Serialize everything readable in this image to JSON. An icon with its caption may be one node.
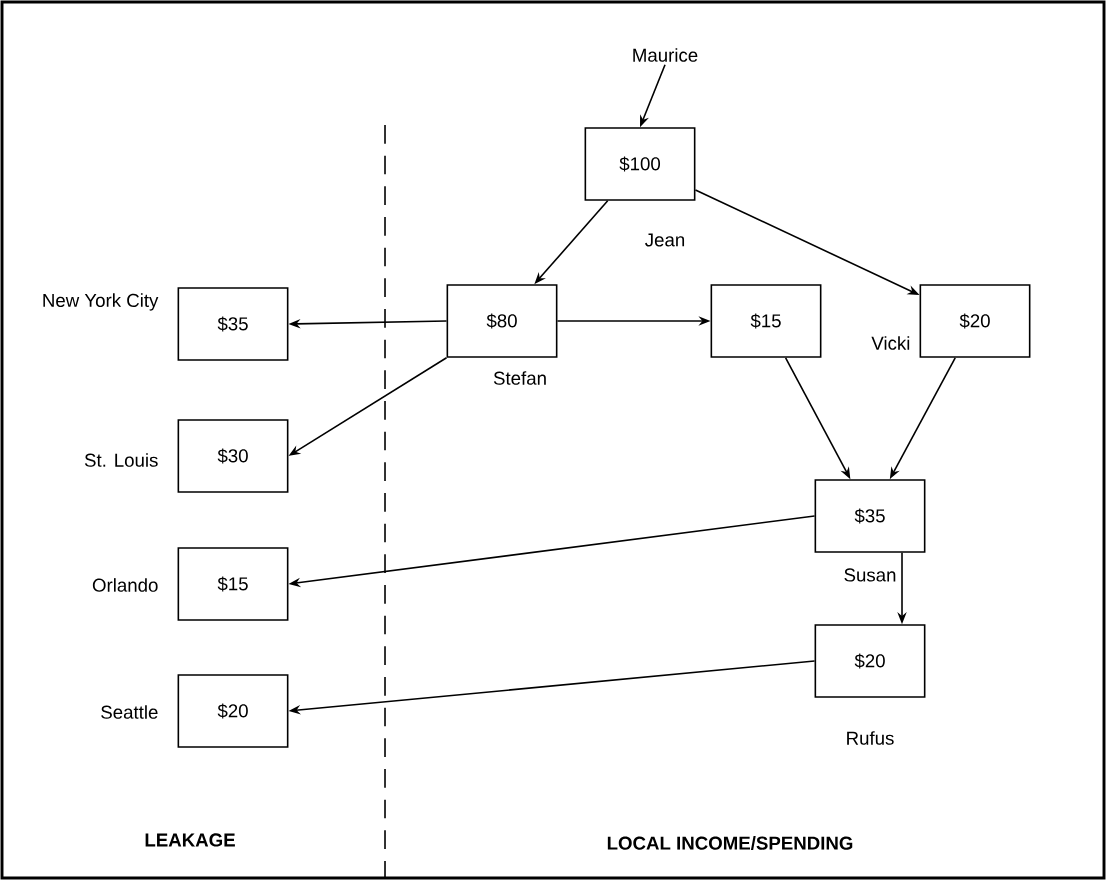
{
  "diagram": {
    "nodes": [
      {
        "text": [
          "Maurice"
        ]
      },
      {
        "text": [
          "$100"
        ],
        "beside": [
          "Jean"
        ]
      },
      {
        "text": [
          "$80"
        ],
        "beside": [
          "Stefan"
        ]
      },
      {
        "text": [
          "$15"
        ]
      },
      {
        "text": [
          "$20"
        ],
        "beside": [
          "Vicki"
        ]
      },
      {
        "text": [
          "$35"
        ],
        "beside": [
          "Susan"
        ]
      },
      {
        "text": [
          "$20"
        ],
        "beside": [
          "Rufus"
        ]
      },
      {
        "text": [
          "$35"
        ],
        "beside": [
          "New York City"
        ]
      },
      {
        "text": [
          "$30"
        ],
        "beside": [
          "St. Louis"
        ]
      },
      {
        "text": [
          "$15"
        ],
        "beside": [
          "Orlando"
        ]
      },
      {
        "text": [
          "$20"
        ],
        "beside": [
          "Seattle"
        ]
      }
    ],
    "edges": [
      {
        "from": 0,
        "to": 1,
        "arrow": "to"
      },
      {
        "from": 1,
        "to": 2,
        "arrow": "to"
      },
      {
        "from": 1,
        "to": 4,
        "arrow": "to"
      },
      {
        "from": 2,
        "to": 3,
        "arrow": "to"
      },
      {
        "from": 2,
        "to": 7,
        "arrow": "to"
      },
      {
        "from": 2,
        "to": 8,
        "arrow": "to"
      },
      {
        "from": 3,
        "to": 5,
        "arrow": "to"
      },
      {
        "from": 4,
        "to": 5,
        "arrow": "to"
      },
      {
        "from": 5,
        "to": 9,
        "arrow": "to"
      },
      {
        "from": 5,
        "to": 6,
        "arrow": "to"
      },
      {
        "from": 6,
        "to": 10,
        "arrow": "to"
      }
    ],
    "labels": [
      "LEAKAGE",
      "LOCAL INCOME/SPENDING"
    ]
  }
}
